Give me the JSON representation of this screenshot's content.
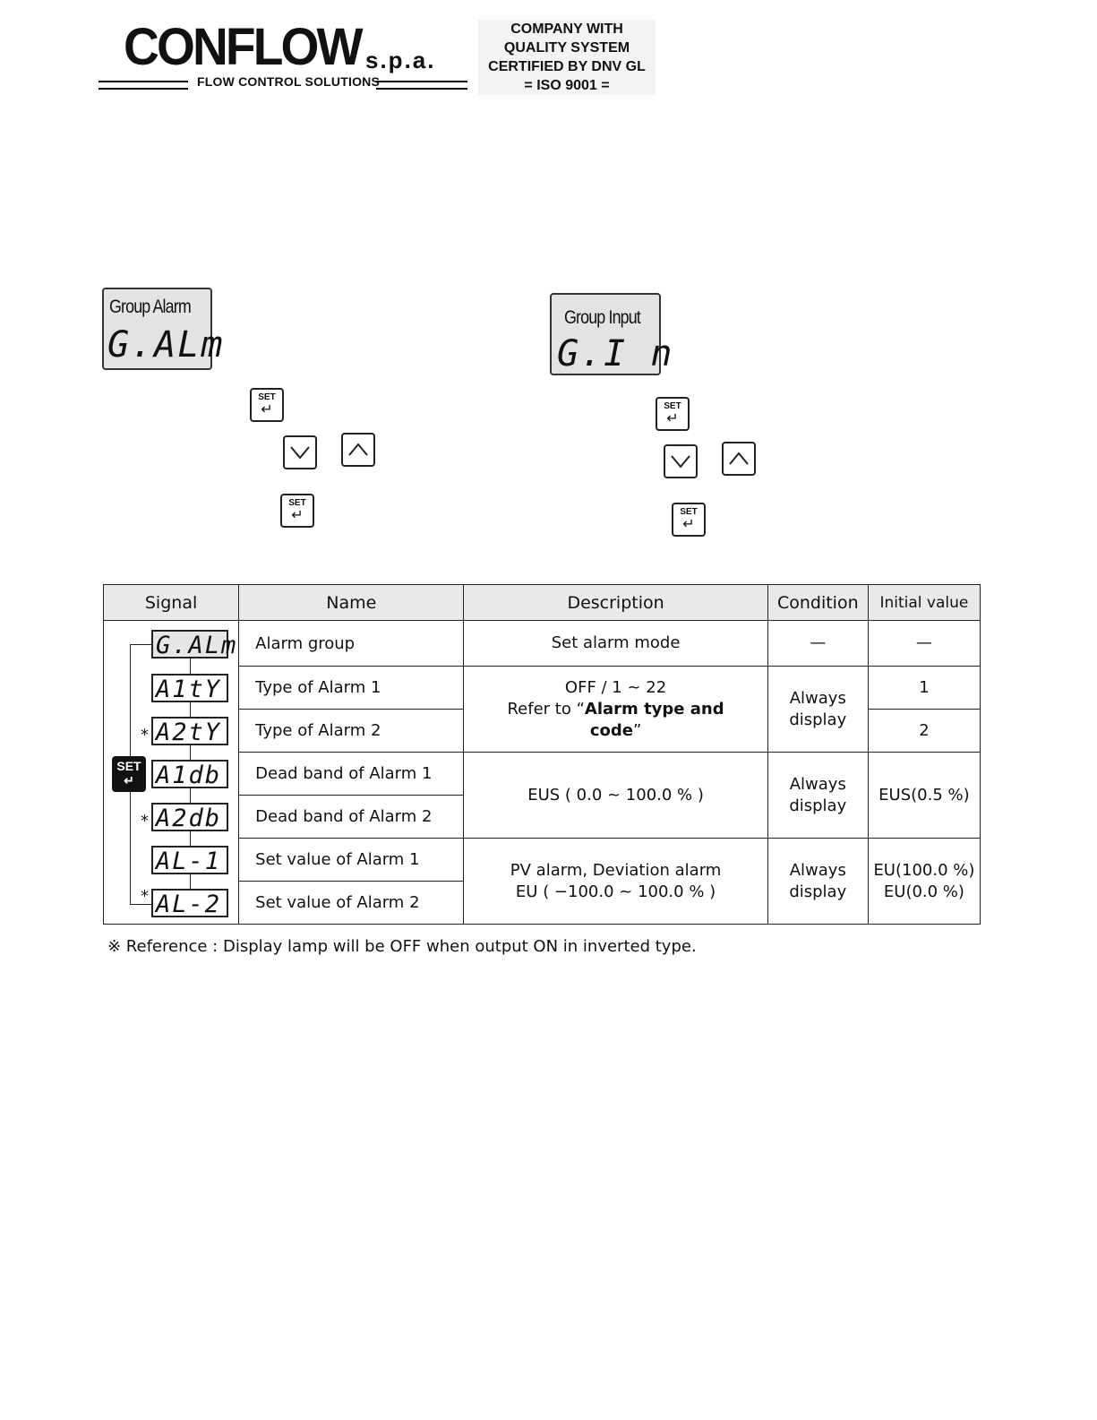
{
  "header": {
    "brand": "CONFLOW",
    "brand_suffix": "s.p.a.",
    "tagline": "FLOW CONTROL SOLUTIONS",
    "cert_lines": [
      "COMPANY WITH",
      "QUALITY SYSTEM",
      "CERTIFIED BY DNV GL",
      "= ISO 9001 ="
    ]
  },
  "panels": {
    "left": {
      "label": "Group Alarm",
      "segment": "G.ALm"
    },
    "right": {
      "label": "Group Input",
      "segment": "G.I n"
    }
  },
  "keys": {
    "set": "SET"
  },
  "table": {
    "headers": [
      "Signal",
      "Name",
      "Description",
      "Condition",
      "Initial value"
    ],
    "signals": [
      "G.ALm",
      "A1tY",
      "A2tY",
      "A1db",
      "A2db",
      "AL-1",
      "AL-2"
    ],
    "names": [
      "Alarm group",
      "Type of Alarm 1",
      "Type of Alarm 2",
      "Dead band of Alarm 1",
      "Dead band of Alarm 2",
      "Set value of Alarm 1",
      "Set value of Alarm 2"
    ],
    "desc": {
      "d1": "Set alarm mode",
      "d2_line1": "OFF /  1 ~ 22",
      "d2_line2_prefix": "Refer to “",
      "d2_line2_bold": "Alarm type and",
      "d2_line3_bold": "code",
      "d2_line3_suffix": "”",
      "d3": "EUS ( 0.0 ~ 100.0 % )",
      "d4_line1": "PV alarm, Deviation alarm",
      "d4_line2": "EU ( −100.0 ~ 100.0 % )"
    },
    "condition": {
      "c1": "—",
      "c_line1": "Always",
      "c_line2": "display"
    },
    "initial": {
      "i1": "—",
      "i2": "1",
      "i3": "2",
      "i4": "EUS(0.5 %)",
      "i5_line1": "EU(100.0 %)",
      "i5_line2": "EU(0.0 %)"
    },
    "star": "*"
  },
  "reference": "※ Reference : Display lamp will be OFF when output ON in inverted type."
}
